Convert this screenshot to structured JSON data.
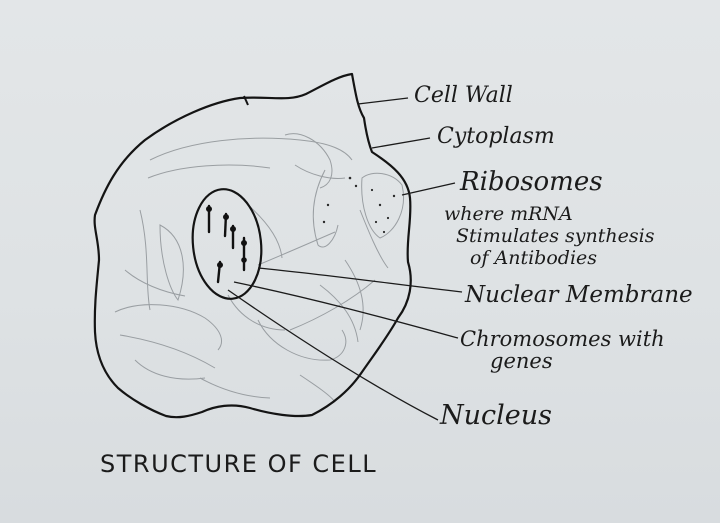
{
  "diagram": {
    "title": "STRUCTURE OF CELL",
    "labels": {
      "cell_wall": "Cell Wall",
      "cytoplasm": "Cytoplasm",
      "ribosomes": "Ribosomes",
      "ribosomes_note_1": "where mRNA",
      "ribosomes_note_2": "Stimulates synthesis",
      "ribosomes_note_3": "of Antibodies",
      "nuclear_membrane": "Nuclear Membrane",
      "chromosomes_1": "Chromosomes with",
      "chromosomes_2": "genes",
      "nucleus": "Nucleus"
    },
    "colors": {
      "ink": "#1b1b1b",
      "pencil": "#8a8f93",
      "paper": "#e2e5e7"
    }
  }
}
